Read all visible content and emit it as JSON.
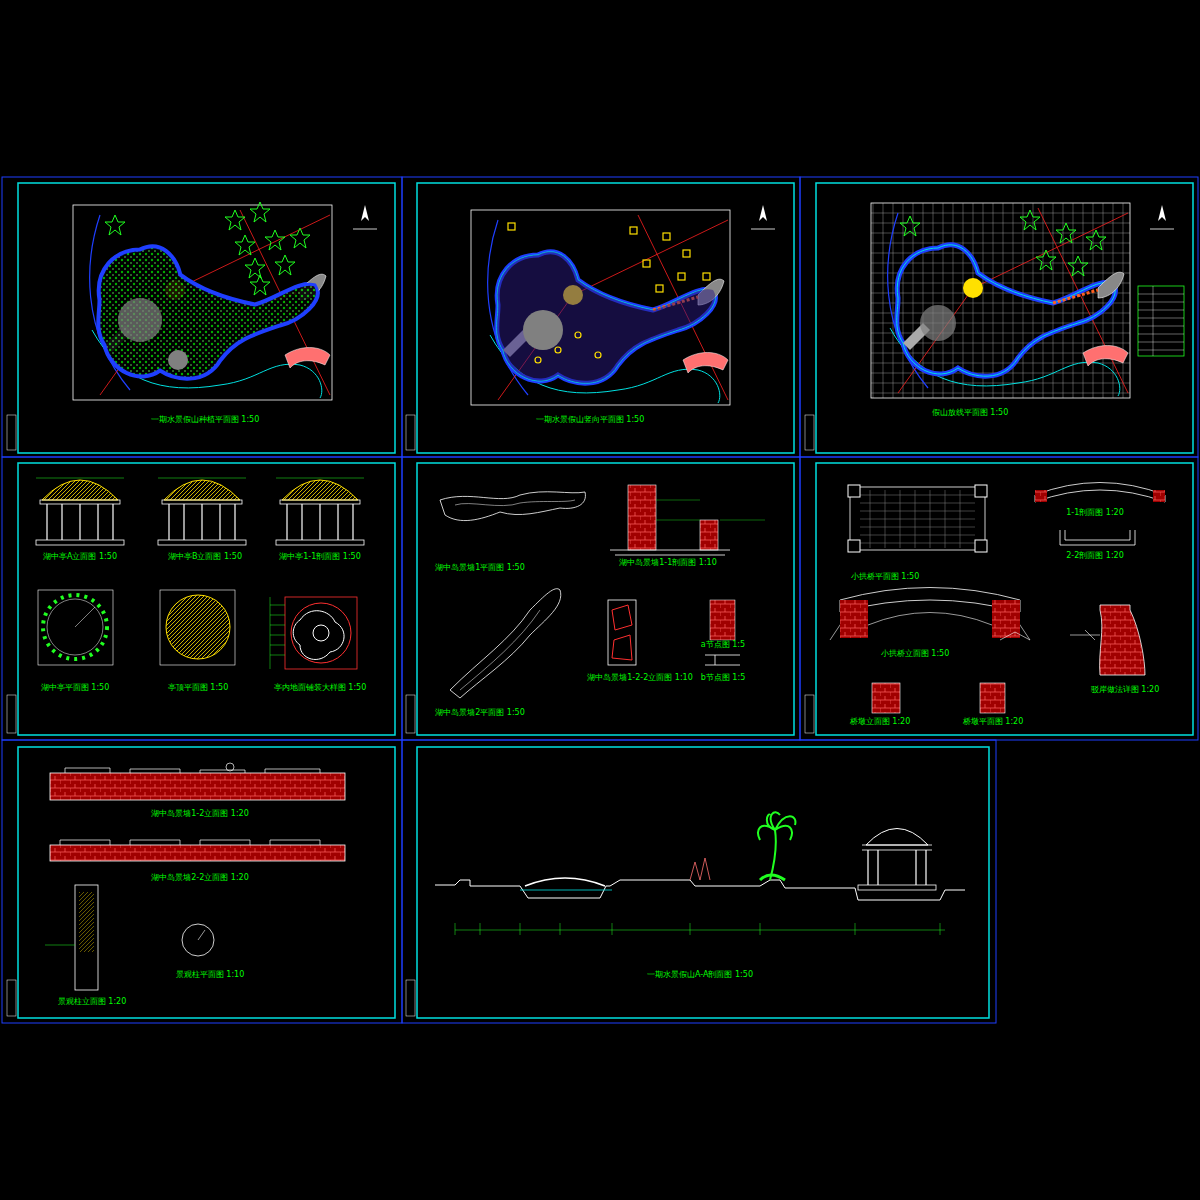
{
  "diagram": {
    "labels": [
      "一期水景假山种植平面图 1:50",
      "一期水景假山竖向平面图 1:50",
      "假山放线平面图 1:50",
      "湖中亭A立面图 1:50",
      "湖中亭B立面图 1:50",
      "湖中亭1-1剖面图 1:50",
      "湖中亭平面图 1:50",
      "亭顶平面图 1:50",
      "亭内地面铺装大样图 1:50",
      "湖中岛景墙1平面图 1:50",
      "湖中岛景墙1-1剖面图 1:10",
      "湖中岛景墙2平面图 1:50",
      "湖中岛景墙1-2-2立面图 1:10",
      "a节点图 1:5",
      "b节点图 1:5",
      "小拱桥平面图 1:50",
      "1-1剖面图 1:20",
      "2-2剖面图 1:20",
      "小拱桥立面图 1:50",
      "桥墩立面图 1:20",
      "桥墩平面图 1:20",
      "驳岸做法详图 1:20",
      "湖中岛景墙1-2立面图 1:20",
      "湖中岛景墙2-2立面图 1:20",
      "景观柱立面图 1:20",
      "景观柱平面图 1:10",
      "一期水景假山A-A剖面图 1:50"
    ]
  }
}
